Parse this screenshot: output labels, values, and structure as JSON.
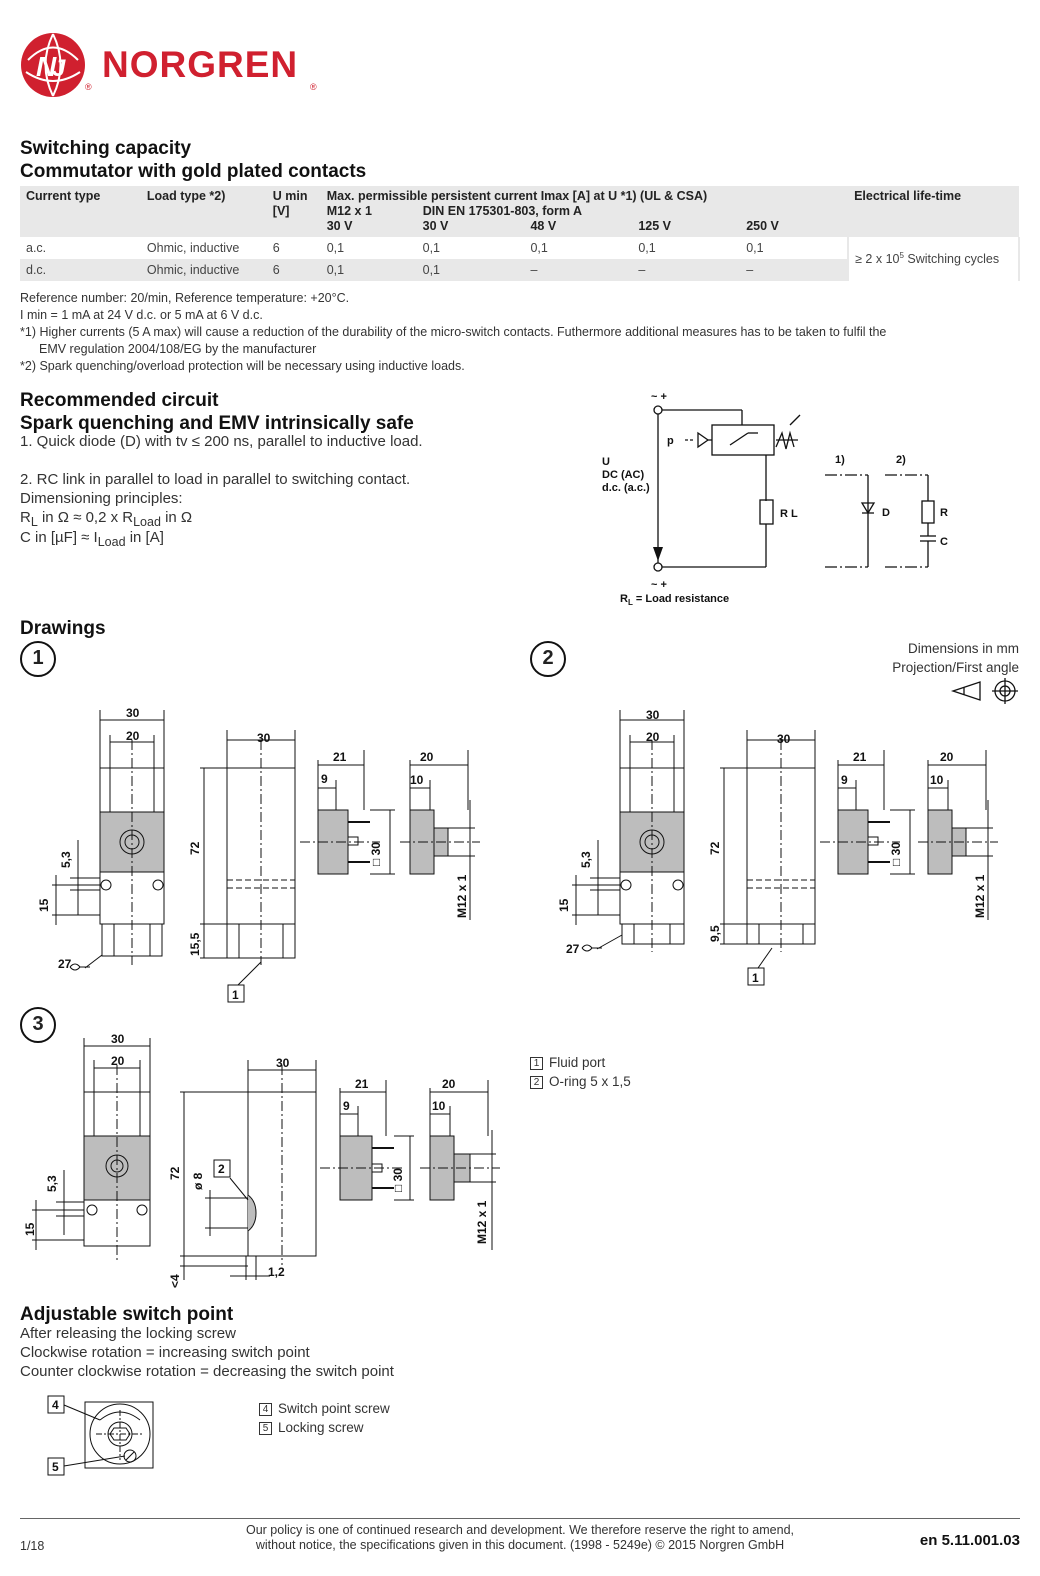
{
  "brand": {
    "name": "NORGREN",
    "logo_color": "#d0202f"
  },
  "switching": {
    "title": "Switching capacity",
    "subtitle": "Commutator with gold plated contacts",
    "headers": {
      "current_type": "Current type",
      "load_type": "Load type *2)",
      "umin": "U min [V]",
      "max_title": "Max. permissible persistent current Imax [A] at U *1) (UL & CSA)",
      "m12": "M12 x 1",
      "din": "DIN EN 175301-803, form A",
      "v30a": "30 V",
      "v30b": "30 V",
      "v48": "48 V",
      "v125": "125 V",
      "v250": "250 V",
      "life": "Electrical life-time"
    },
    "rows": [
      {
        "type": "a.c.",
        "load": "Ohmic, inductive",
        "umin": "6",
        "c1": "0,1",
        "c2": "0,1",
        "c3": "0,1",
        "c4": "0,1",
        "c5": "0,1"
      },
      {
        "type": "d.c.",
        "load": "Ohmic, inductive",
        "umin": "6",
        "c1": "0,1",
        "c2": "0,1",
        "c3": "–",
        "c4": "–",
        "c5": "–"
      }
    ],
    "life_value_prefix": "≥ 2 x 10",
    "life_value_exp": "5",
    "life_value_suffix": " Switching cycles",
    "notes": [
      "Reference number: 20/min, Reference temperature: +20°C.",
      "I min = 1 mA at 24 V d.c. or 5 mA at 6 V d.c.",
      "*1) Higher currents (5 A max) will cause a reduction of the durability of the micro-switch contacts. Futhermore additional measures has to be taken to fulfil the",
      "EMV regulation 2004/108/EG by the manufacturer",
      "*2) Spark quenching/overload protection will be necessary using inductive loads."
    ]
  },
  "circuit": {
    "title": "Recommended circuit",
    "subtitle": "Spark quenching and EMV intrinsically safe",
    "line1": "1. Quick diode (D) with tv ≤ 200 ns, parallel to inductive load.",
    "line2": "2. RC link in parallel to load in parallel to switching contact.",
    "line3": "Dimensioning principles:",
    "f1_a": "R",
    "f1_sub": "L",
    "f1_b": " in Ω ≈ 0,2 x R",
    "f1_sub2": "Load",
    "f1_c": " in Ω",
    "f2_a": "C in [µF] ≈ I",
    "f2_sub": "Load",
    "f2_c": " in [A]",
    "diagram": {
      "top_sign": "~ +",
      "bottom_sign": "~ +",
      "p": "p",
      "u": "U",
      "dc": "DC (AC)",
      "dcac": "d.c. (a.c.)",
      "rl": "R L",
      "opt1": "1)",
      "opt2": "2)",
      "d": "D",
      "r": "R",
      "c": "C",
      "legend_r": "R",
      "legend_sub": "L",
      "legend_text": " = Load resistance"
    }
  },
  "drawings": {
    "title": "Drawings",
    "n1": "1",
    "n2": "2",
    "n3": "3",
    "dims_unit": "Dimensions in mm",
    "projection": "Projection/First angle",
    "labels": {
      "d30": "30",
      "d20": "20",
      "d21": "21",
      "d9": "9",
      "d10": "10",
      "d72": "72",
      "d53": "5,3",
      "d15": "15",
      "d155": "15,5",
      "d95": "9,5",
      "d27": "27",
      "m12": "M12 x 1",
      "sq30": "□ 30",
      "o8": "ø 8",
      "lt4": "<4",
      "d12": "1,2",
      "tag1": "1",
      "tag2": "2"
    },
    "legend": [
      {
        "num": "1",
        "text": "Fluid port"
      },
      {
        "num": "2",
        "text": "O-ring 5 x 1,5"
      }
    ]
  },
  "adjust": {
    "title": "Adjustable switch point",
    "lines": [
      "After releasing the locking screw",
      "Clockwise rotation = increasing switch point",
      "Counter clockwise rotation = decreasing the switch point"
    ],
    "tag4": "4",
    "tag5": "5",
    "legend": [
      {
        "num": "4",
        "text": "Switch point screw"
      },
      {
        "num": "5",
        "text": "Locking screw"
      }
    ]
  },
  "footer": {
    "page": "1/18",
    "policy1": "Our policy is one of continued research and development. We therefore reserve the right to amend,",
    "policy2": "without notice, the specifications given in this document. (1998 - 5249e) © 2015 Norgren GmbH",
    "doc": "en 5.11.001.03"
  }
}
